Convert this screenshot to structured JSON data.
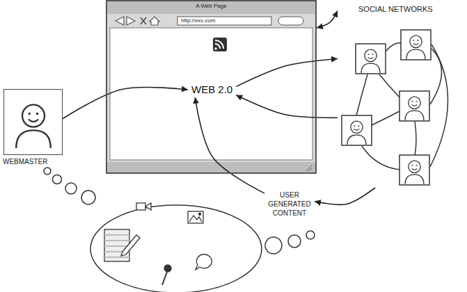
{
  "diagram": {
    "nodes": [
      {
        "text": [
          "A Web Page",
          "http://xxx.com"
        ]
      },
      {
        "text": [
          "WEB 2.0"
        ],
        "in": 0
      },
      {
        "text": [
          "SOCIAL NETWORKS"
        ]
      },
      {
        "text": [
          "WEBMASTER"
        ]
      },
      {
        "text": [
          "USER GENERATED CONTENT"
        ]
      }
    ],
    "edges": [
      {
        "from": 3,
        "to": 1,
        "arrow": "to"
      },
      {
        "from": 0,
        "to": 2,
        "arrow": "both"
      },
      {
        "from": 1,
        "to": 2,
        "arrow": "to"
      },
      {
        "from": 2,
        "to": 1,
        "arrow": "to"
      },
      {
        "from": 2,
        "to": 4,
        "arrow": "to"
      },
      {
        "from": 4,
        "to": 1,
        "arrow": "to"
      }
    ]
  }
}
